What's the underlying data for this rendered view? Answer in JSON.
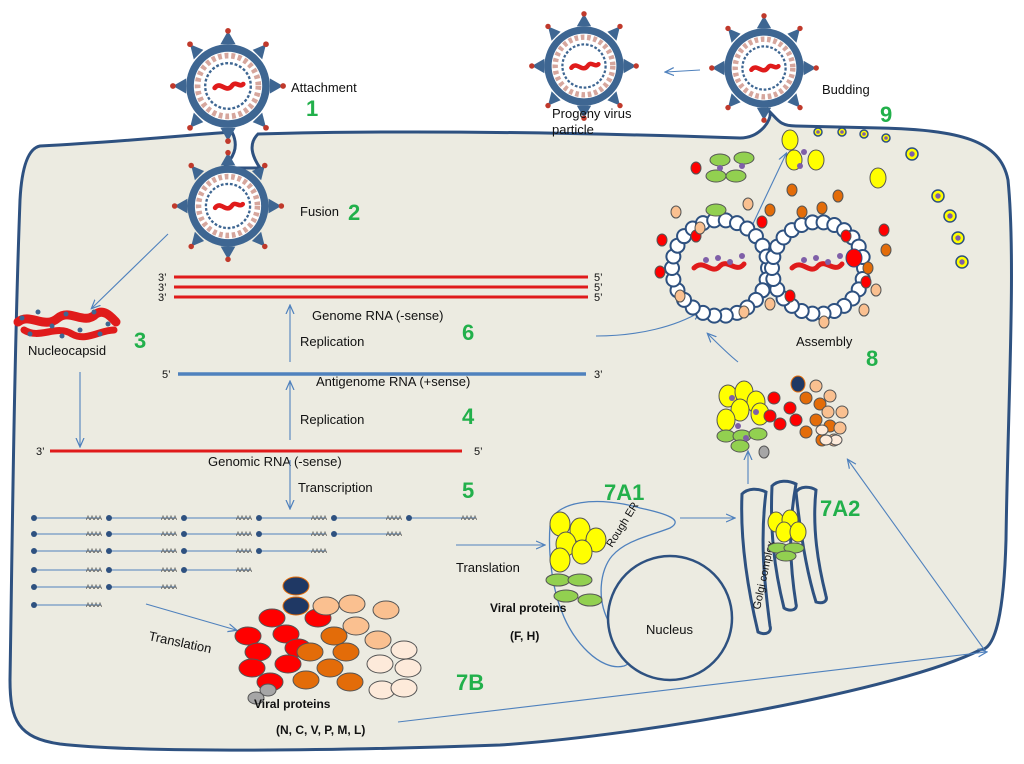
{
  "labels": {
    "attachment": "Attachment",
    "fusion": "Fusion",
    "nucleocapsid": "Nucleocapsid",
    "genome_rna": "Genome RNA (-sense)",
    "replication_upper": "Replication",
    "antigenome_rna": "Antigenome RNA (+sense)",
    "replication_lower": "Replication",
    "genomic_rna": "Genomic RNA (-sense)",
    "transcription": "Transcription",
    "translation_left": "Translation",
    "translation_mid": "Translation",
    "viral_proteins_nc": "Viral proteins",
    "viral_proteins_nc_list": "(N, C, V, P, M, L)",
    "viral_proteins_fh": "Viral proteins",
    "viral_proteins_fh_list": "(F, H)",
    "rough_er": "Rough ER",
    "golgi": "Golgi complex",
    "nucleus": "Nucleus",
    "assembly": "Assembly",
    "budding": "Budding",
    "progeny_line1": "Progeny virus",
    "progeny_line2": "particle",
    "polya": "AAAA"
  },
  "ends": {
    "three_prime": "3’",
    "five_prime": "5’"
  },
  "steps": {
    "s1": "1",
    "s2": "2",
    "s3": "3",
    "s4": "4",
    "s5": "5",
    "s6": "6",
    "s7a1": "7A1",
    "s7a2": "7A2",
    "s7b": "7B",
    "s8": "8",
    "s9": "9"
  },
  "colors": {
    "cell_fill": "#ecebe1",
    "membrane": "#2e5180",
    "virus_blue": "#3e6692",
    "rna_red": "#e01b1b",
    "antigenome_blue": "#4f81bd",
    "step_green": "#22b04b",
    "protein_yellow": "#ffff00",
    "protein_green": "#92d050",
    "protein_red": "#ff0000",
    "protein_orange": "#e36c09",
    "protein_peach": "#fac090",
    "protein_cream": "#fdeada",
    "protein_grey": "#a6a6a6",
    "protein_navy": "#1f3864"
  }
}
